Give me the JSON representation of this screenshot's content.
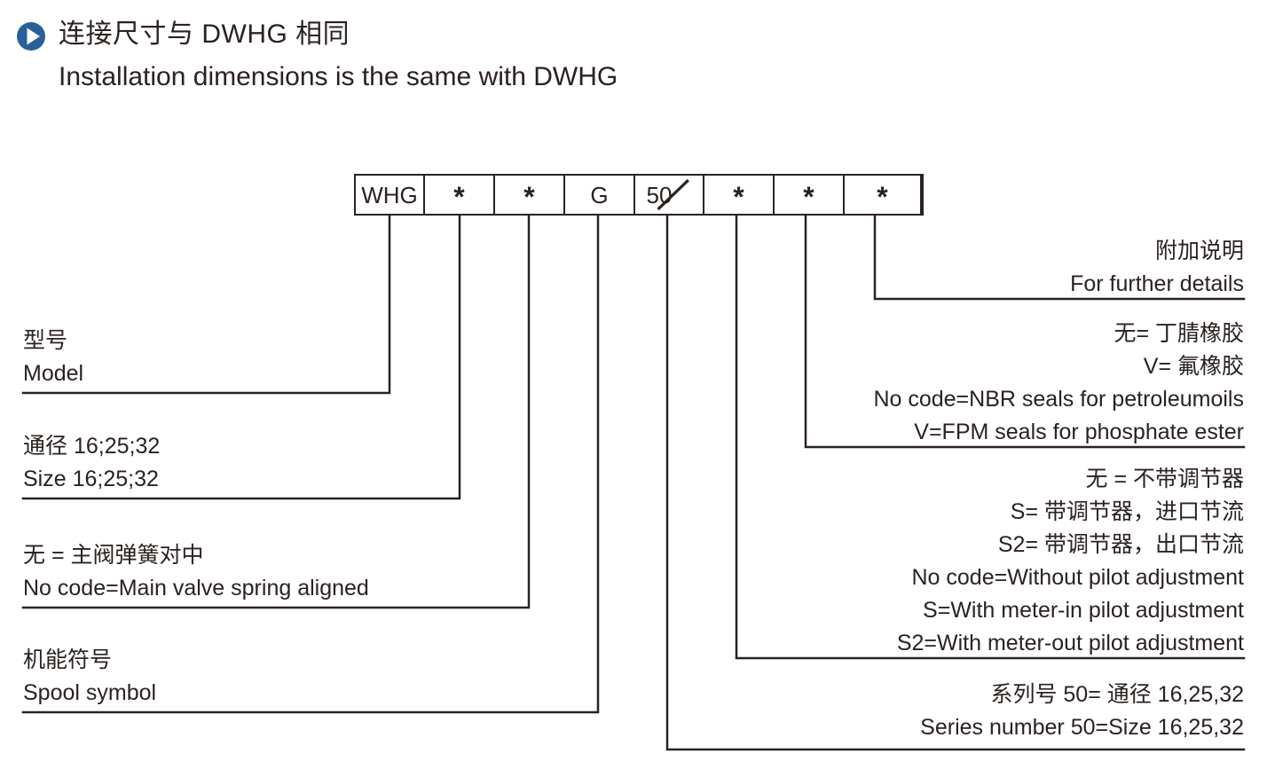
{
  "header": {
    "bullet_icon": "play-circle-icon",
    "title_cn": "连接尺寸与 DWHG 相同",
    "title_en": "Installation dimensions is the same with DWHG",
    "bullet_color": "#2a6099"
  },
  "model_code": {
    "cells": [
      {
        "label": "WHG",
        "type": "text"
      },
      {
        "label": "*",
        "type": "asterisk"
      },
      {
        "label": "*",
        "type": "asterisk"
      },
      {
        "label": "G",
        "type": "text"
      },
      {
        "label": "50",
        "type": "text-slash"
      },
      {
        "label": "*",
        "type": "asterisk"
      },
      {
        "label": "*",
        "type": "asterisk"
      },
      {
        "label": "*",
        "type": "asterisk"
      }
    ]
  },
  "left_labels": [
    {
      "name": "model",
      "lines": [
        "型号",
        "Model"
      ]
    },
    {
      "name": "size",
      "lines": [
        "通径 16;25;32",
        "Size 16;25;32"
      ]
    },
    {
      "name": "spring-centering",
      "lines": [
        "无 = 主阀弹簧对中",
        "No code=Main valve spring aligned"
      ]
    },
    {
      "name": "spool-symbol",
      "lines": [
        "机能符号",
        "Spool  symbol"
      ]
    }
  ],
  "right_labels": [
    {
      "name": "further-details",
      "lines": [
        "附加说明",
        "For further details"
      ]
    },
    {
      "name": "seal-material",
      "lines": [
        "无= 丁腈橡胶",
        "V= 氟橡胶",
        "No code=NBR seals for petroleumoils",
        "V=FPM seals for phosphate ester"
      ]
    },
    {
      "name": "pilot-adjustment",
      "lines": [
        "无 = 不带调节器",
        "S= 带调节器，进口节流",
        "S2= 带调节器，出口节流",
        "No code=Without pilot adjustment",
        "S=With meter-in pilot adjustment",
        "S2=With meter-out pilot adjustment"
      ]
    },
    {
      "name": "series-number",
      "lines": [
        "系列号 50= 通径 16,25,32",
        "Series number 50=Size 16,25,32"
      ]
    }
  ],
  "colors": {
    "line": "#2b2220",
    "text": "#2b2220",
    "accent": "#2a6099",
    "background": "#ffffff"
  }
}
